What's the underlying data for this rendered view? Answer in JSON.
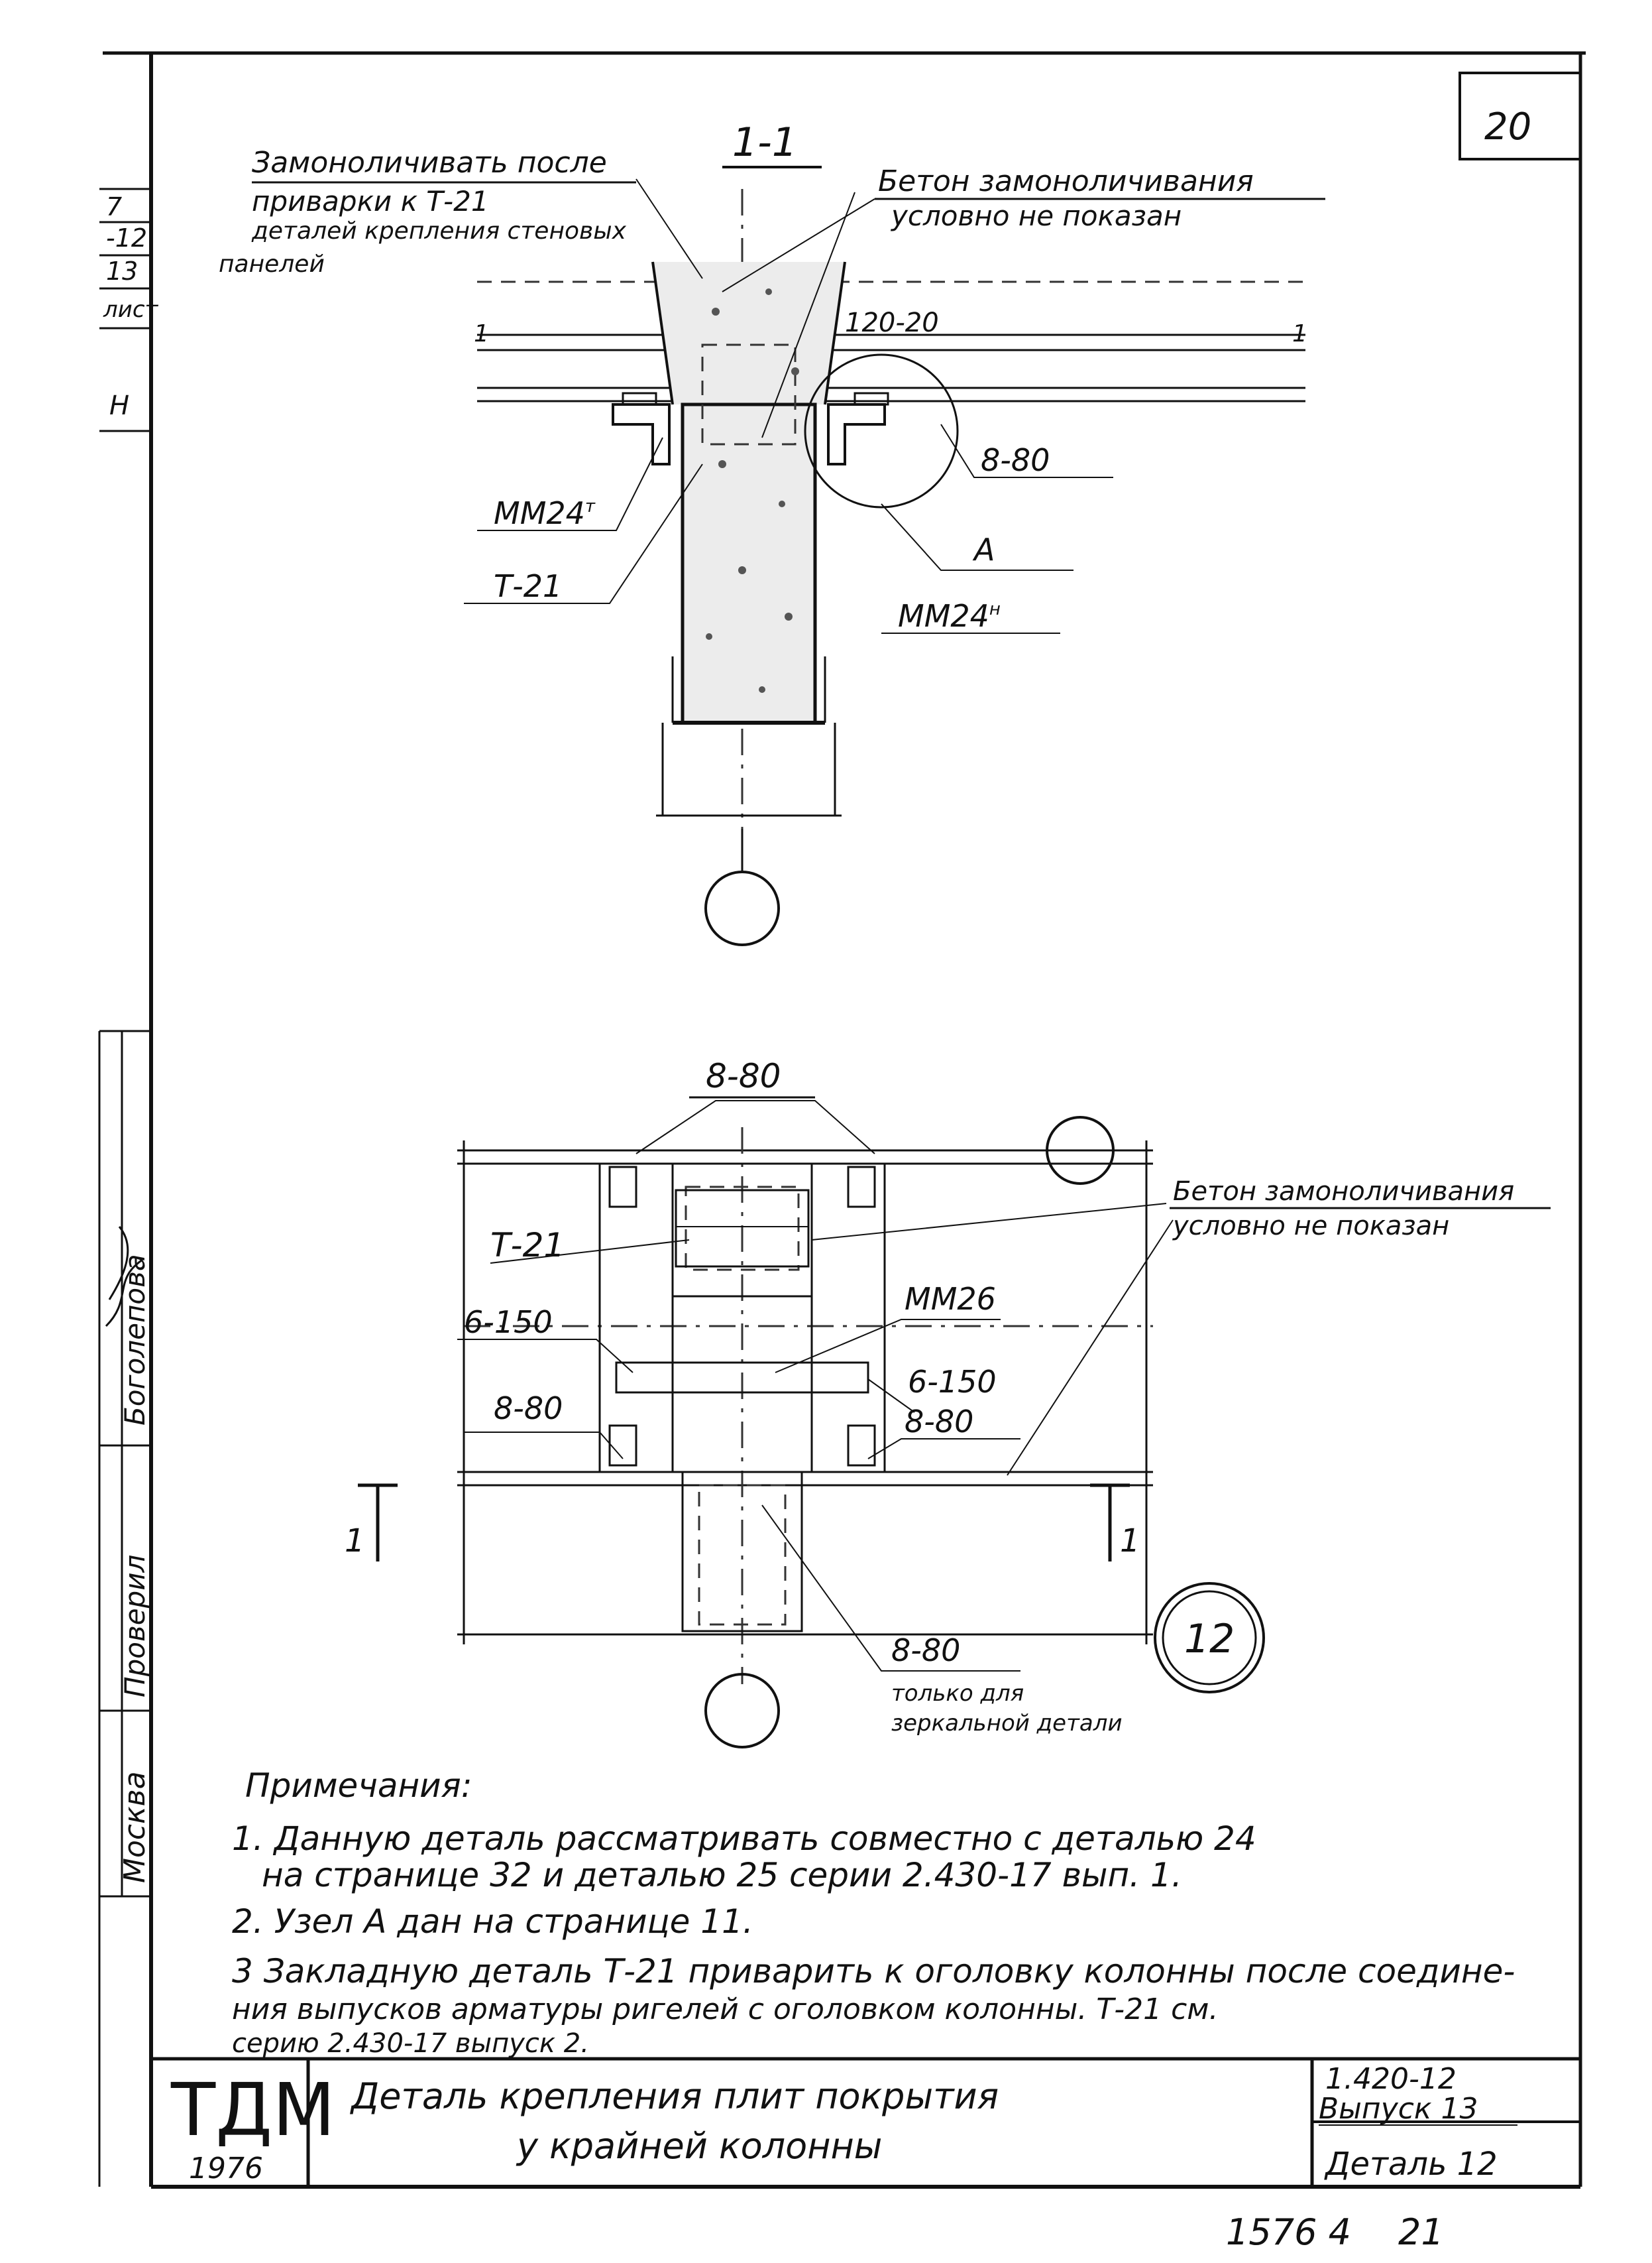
{
  "sheet_number": "20",
  "section_label": "1-1",
  "top_view": {
    "note_grout_line1": "Замоноличивать после",
    "note_grout_line2": "приварки к  Т-21",
    "note_grout_line3": "деталей крепления стеновых",
    "note_grout_line4": "панелей",
    "note_concrete_line1": "Бетон замоноличивания",
    "note_concrete_line2": "условно не показан",
    "dim_120_20": "120-20",
    "label_mm24t": "ММ24",
    "label_mm24t_sup": "т",
    "label_t21": "Т-21",
    "label_8_80": "8-80",
    "label_a": "А",
    "label_mm24h": "ММ24",
    "label_mm24h_sup": "н",
    "mark_1_left": "1",
    "mark_1_right": "1"
  },
  "plan_view": {
    "label_8_80_top": "8-80",
    "note_concrete_line1": "Бетон замоноличивания",
    "note_concrete_line2": "условно не показан",
    "label_t21": "Т-21",
    "label_mm26": "ММ26",
    "label_6_150_left": "6-150",
    "label_6_150_right": "6-150",
    "label_8_80_left": "8-80",
    "label_8_80_right": "8-80",
    "label_8_80_bottom": "8-80",
    "note_mirror_line1": "только для",
    "note_mirror_line2": "зеркальной детали",
    "section_mark_left": "1",
    "section_mark_right": "1",
    "detail_circle_number": "12"
  },
  "notes": {
    "heading": "Примечания:",
    "items": [
      "1. Данную деталь рассматривать совместно с деталью 24",
      "на странице 32 и деталью 25 серии 2.430-17 вып. 1.",
      "2. Узел А дан на странице 11.",
      "3 Закладную деталь Т-21 приварить к оголовку колонны после соедине-",
      "ния выпусков арматуры ригелей с оголовком колонны.  Т-21 см.",
      "серию  2.430-17  выпуск 2."
    ]
  },
  "title_block": {
    "logo": "ТДМ",
    "year": "1976",
    "title_line1": "Деталь крепления плит покрытия",
    "title_line2": "у крайней колонны",
    "series": "1.420-12",
    "issue": "Выпуск 13",
    "detail": "Деталь 12"
  },
  "margin_stamp": {
    "row_1": "7",
    "row_2": "-12",
    "row_3": "13",
    "row_4": "лист",
    "row_5": "Н",
    "name_1": "Боголепова",
    "role_1": "Проверил",
    "city": "Москва"
  },
  "footer_code": "1576 4",
  "footer_page": "21"
}
